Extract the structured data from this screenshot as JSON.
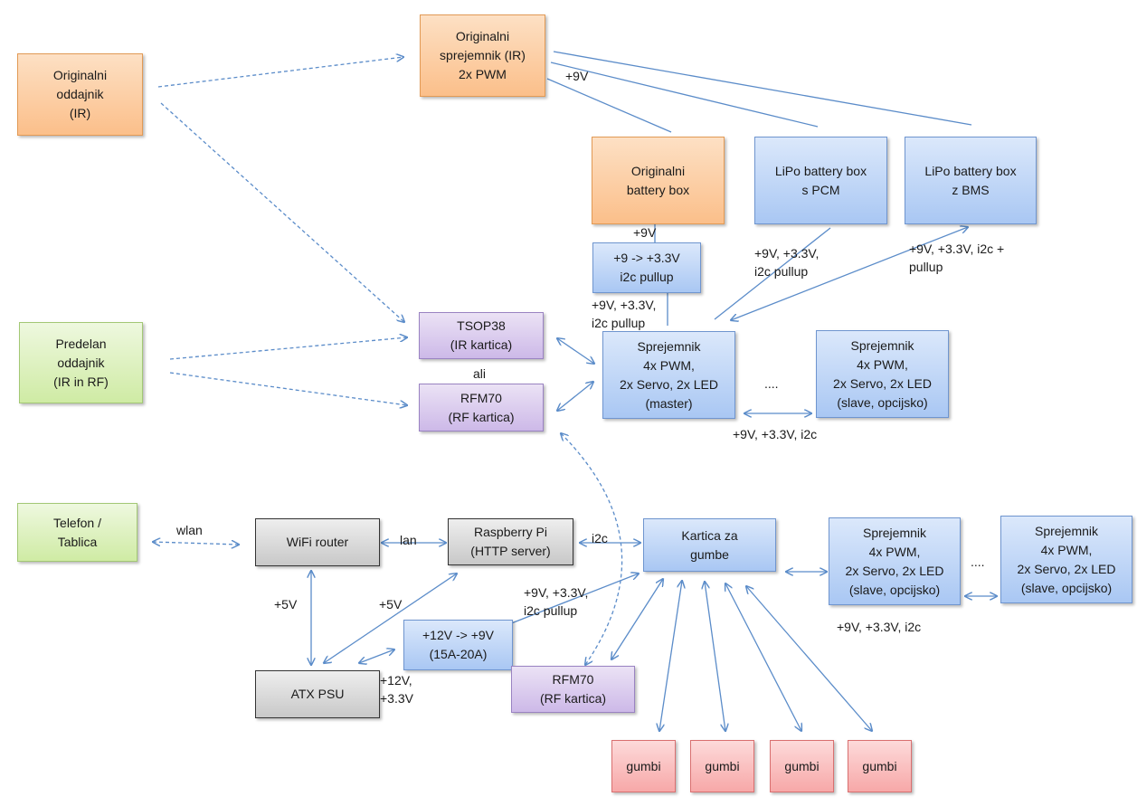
{
  "boxes": {
    "orig_transmitter": "Originalni\noddajnik\n(IR)",
    "orig_receiver": "Originalni\nsprejemnik (IR)\n2x PWM",
    "orig_battery": "Originalni\nbattery box",
    "lipo_pcm": "LiPo battery box\ns PCM",
    "lipo_bms": "LiPo battery box\nz BMS",
    "converter_i2c": "+9 -> +3.3V\ni2c pullup",
    "tsop38": "TSOP38\n(IR kartica)",
    "rfm70_top": "RFM70\n(RF kartica)",
    "receiver_master": "Sprejemnik\n4x PWM,\n2x Servo, 2x LED\n(master)",
    "receiver_slave_top": "Sprejemnik\n4x PWM,\n2x Servo, 2x LED\n(slave, opcijsko)",
    "modified_transmitter": "Predelan\noddajnik\n(IR in RF)",
    "phone_tablet": "Telefon /\nTablica",
    "wifi_router": "WiFi router",
    "raspberry_pi": "Raspberry Pi\n(HTTP server)",
    "button_card": "Kartica za\ngumbe",
    "receiver_slave_mid": "Sprejemnik\n4x PWM,\n2x Servo, 2x LED\n(slave, opcijsko)",
    "receiver_slave_right": "Sprejemnik\n4x PWM,\n2x Servo, 2x LED\n(slave, opcijsko)",
    "converter_12_9": "+12V -> +9V\n(15A-20A)",
    "atx_psu": "ATX PSU",
    "rfm70_bottom": "RFM70\n(RF kartica)",
    "buttons": [
      "gumbi",
      "gumbi",
      "gumbi",
      "gumbi"
    ]
  },
  "labels": {
    "plus9v_top": "+9V",
    "plus9v_battery": "+9V",
    "pcm_power": "+9V, +3.3V,\ni2c pullup",
    "bms_power": "+9V, +3.3V, i2c +\npullup",
    "master_power": "+9V, +3.3V,\ni2c pullup",
    "ali": "ali",
    "dots_top": "....",
    "slave_bus_top": "+9V, +3.3V, i2c",
    "wlan": "wlan",
    "lan": "lan",
    "i2c": "i2c",
    "plus5v_left": "+5V",
    "plus5v_right": "+5V",
    "card_power": "+9V, +3.3V,\ni2c pullup",
    "psu_output": "+12V,\n+3.3V",
    "dots_bottom": "....",
    "slave_bus_bottom": "+9V, +3.3V, i2c"
  },
  "colors": {
    "orange": "#fbbf8a",
    "blue": "#a9c7f3",
    "green": "#cfeba4",
    "purple": "#cdb9e8",
    "gray": "#c8c8c8",
    "red": "#f7a8a8",
    "connector": "#5b8cc9"
  }
}
